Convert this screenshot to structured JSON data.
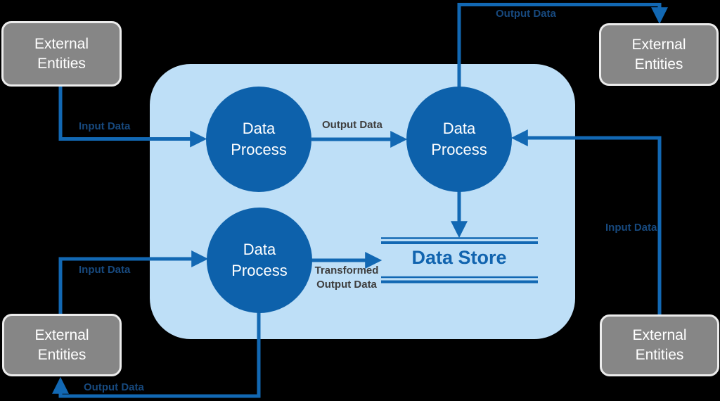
{
  "diagram_type": "data-flow-diagram",
  "colors": {
    "background": "#000000",
    "system_boundary_fill": "#BEDFF7",
    "process_fill": "#0D61AB",
    "process_text": "#FFFFFF",
    "entity_fill": "#868686",
    "entity_border": "#ECECEC",
    "entity_text": "#FFFFFF",
    "flow_arrow": "#1268B3",
    "flow_label_navy": "#17497E",
    "flow_label_gray": "#3E3E3E",
    "data_store_text": "#1164AF"
  },
  "external_entities": {
    "top_left": "External Entities",
    "top_right": "External Entities",
    "bottom_left": "External Entities",
    "bottom_right": "External Entities"
  },
  "processes": {
    "top_left": "Data Process",
    "top_right": "Data Process",
    "bottom_left": "Data Process"
  },
  "data_store": {
    "label": "Data Store"
  },
  "flow_labels": {
    "input_top_left": "Input Data",
    "output_center": "Output Data",
    "output_top_right": "Output Data",
    "input_right": "Input Data",
    "transformed_output": "Transformed Output Data",
    "input_bottom_left": "Input Data",
    "output_bottom": "Output Data"
  }
}
